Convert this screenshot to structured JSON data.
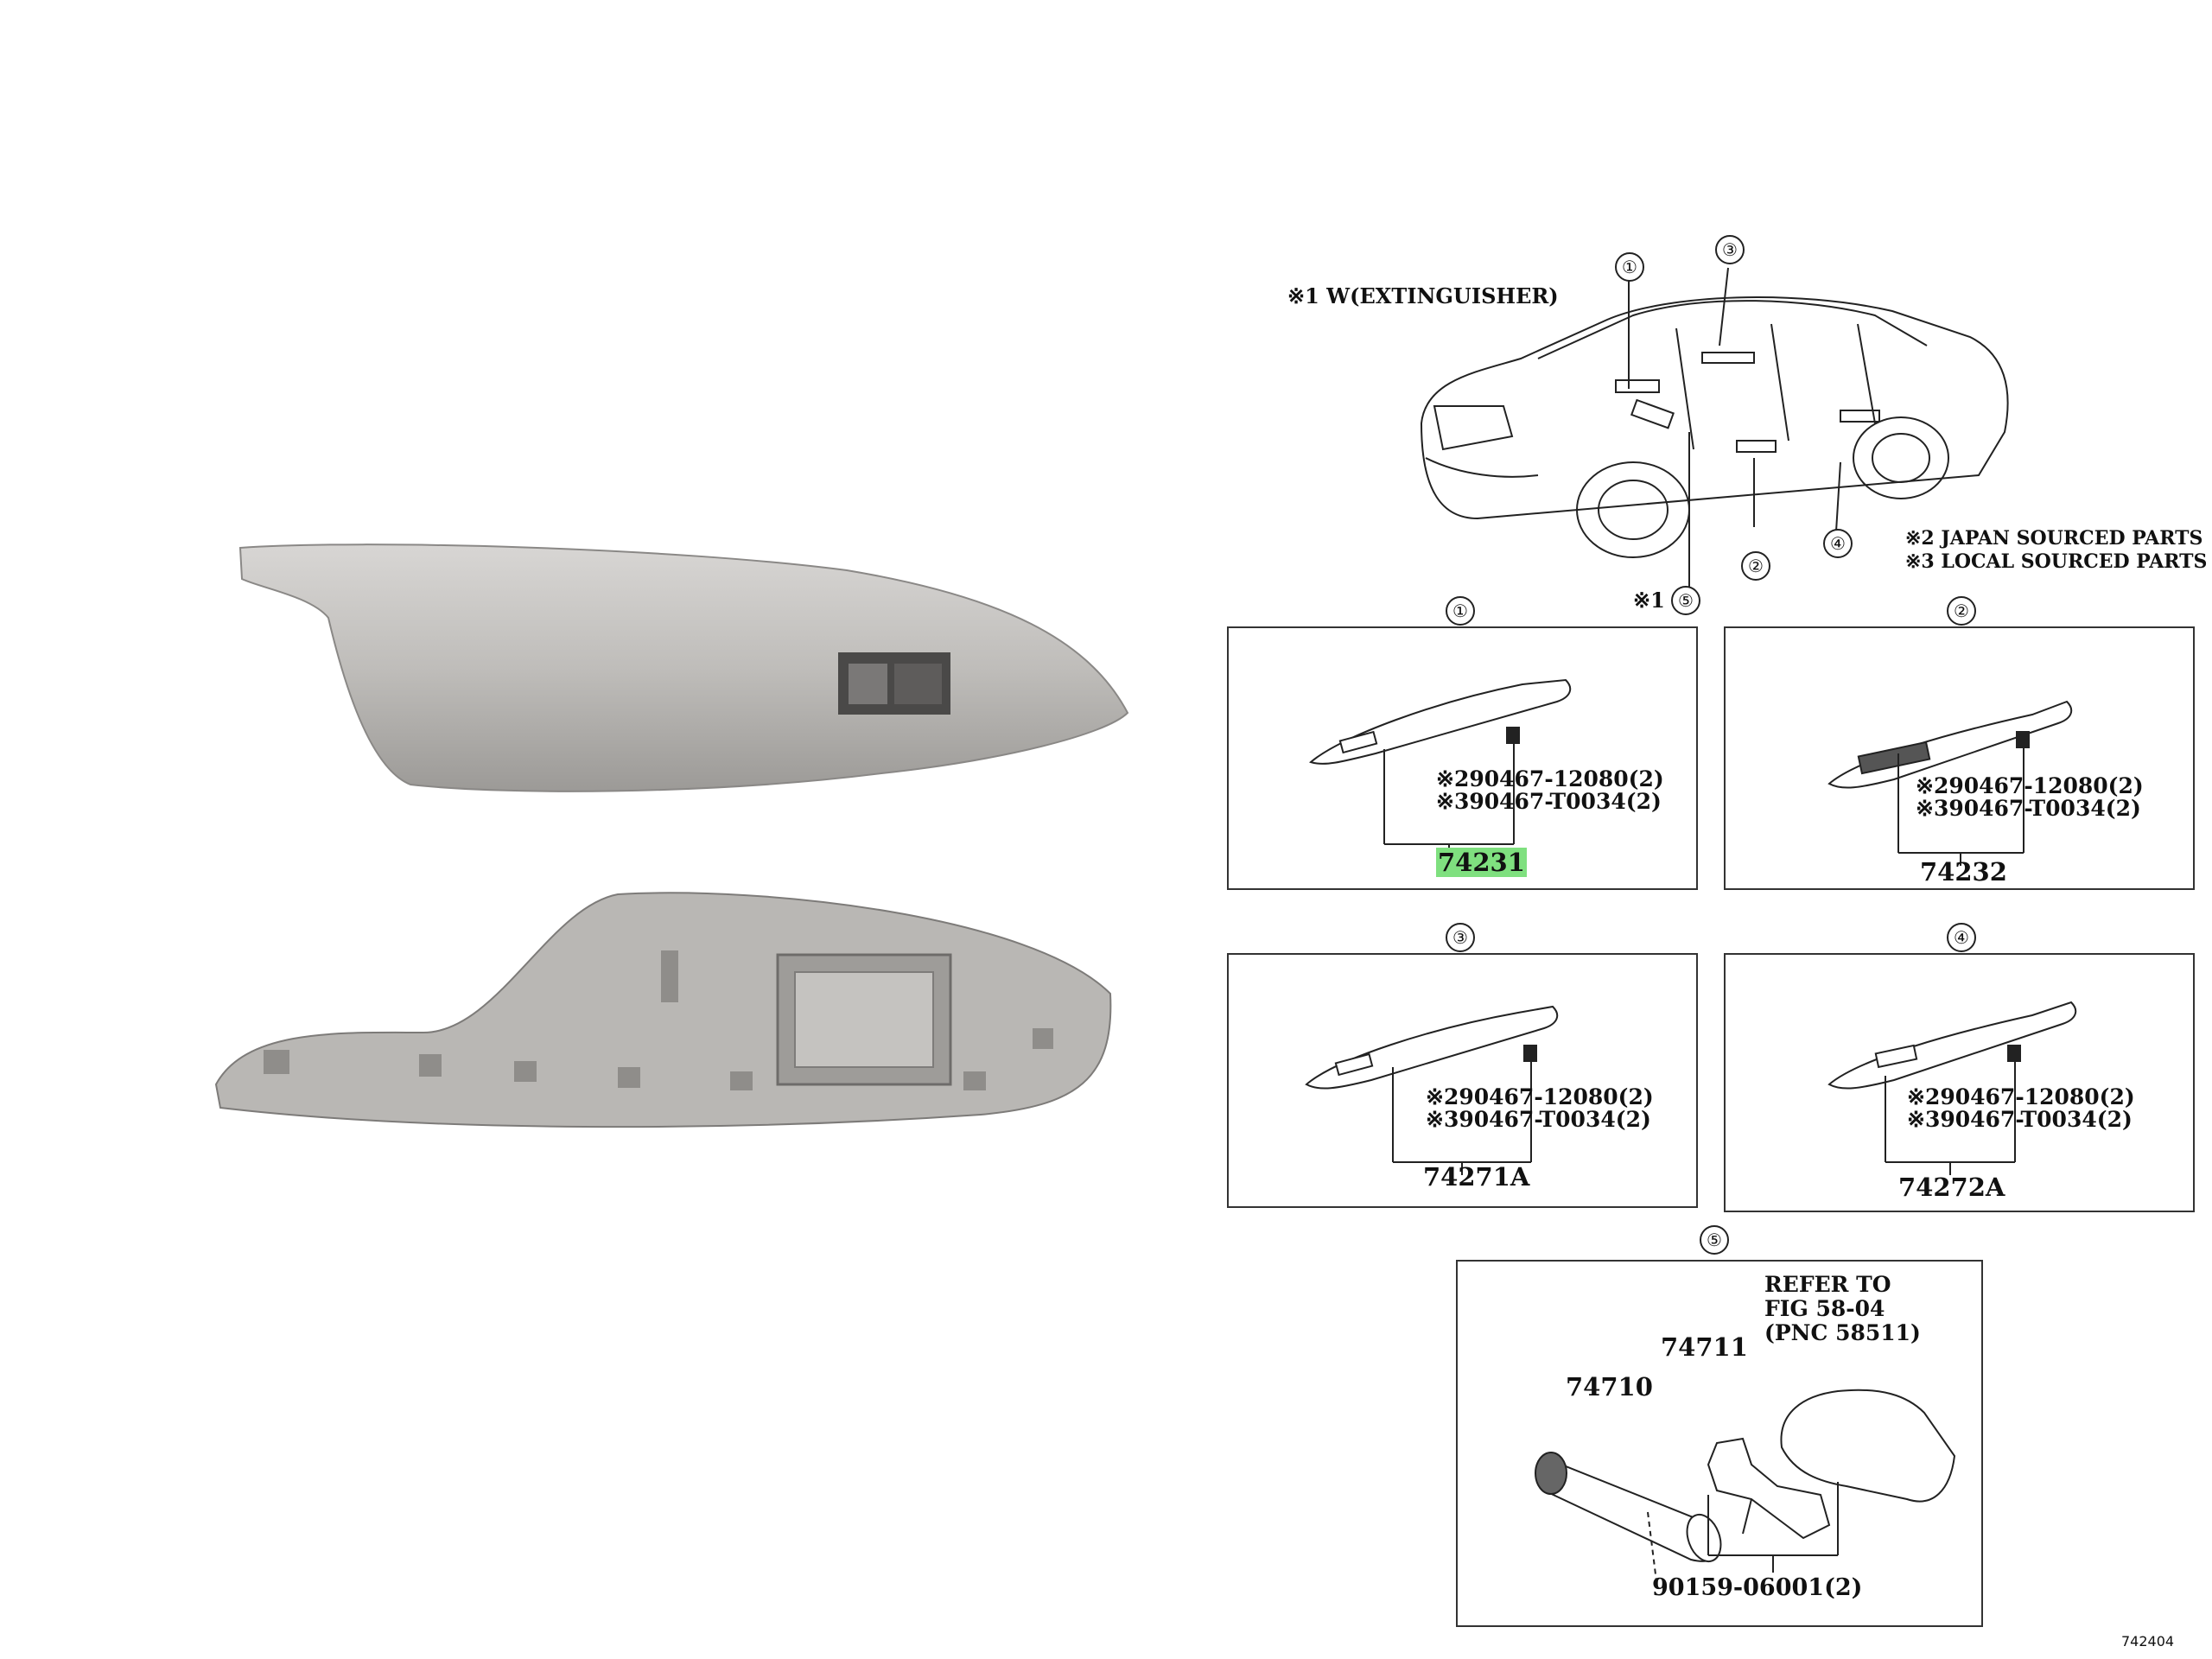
{
  "legend": {
    "note1": "※1 W(EXTINGUISHER)",
    "note2": "※2 JAPAN SOURCED PARTS",
    "note3": "※3 LOCAL SOURCED PARTS"
  },
  "overview_callouts": [
    "①",
    "②",
    "③",
    "④",
    "⑤"
  ],
  "overview_star_prefix": "※1",
  "panels": [
    {
      "marker": "①",
      "bolt1": "※290467-12080(2)",
      "bolt2": "※390467-T0034(2)",
      "part": "74231"
    },
    {
      "marker": "②",
      "bolt1": "※290467-12080(2)",
      "bolt2": "※390467-T0034(2)",
      "part": "74232"
    },
    {
      "marker": "③",
      "bolt1": "※290467-12080(2)",
      "bolt2": "※390467-T0034(2)",
      "part": "74271A"
    },
    {
      "marker": "④",
      "bolt1": "※290467-12080(2)",
      "bolt2": "※390467-T0034(2)",
      "part": "74272A"
    }
  ],
  "panel5": {
    "marker": "⑤",
    "refer_line1": "REFER TO",
    "refer_line2": "FIG 58-04",
    "refer_line3": "(PNC 58511)",
    "part_a": "74711",
    "part_b": "74710",
    "part_c": "90159-06001(2)"
  },
  "corner_code": "742404",
  "highlight_color": "#7fe07f"
}
